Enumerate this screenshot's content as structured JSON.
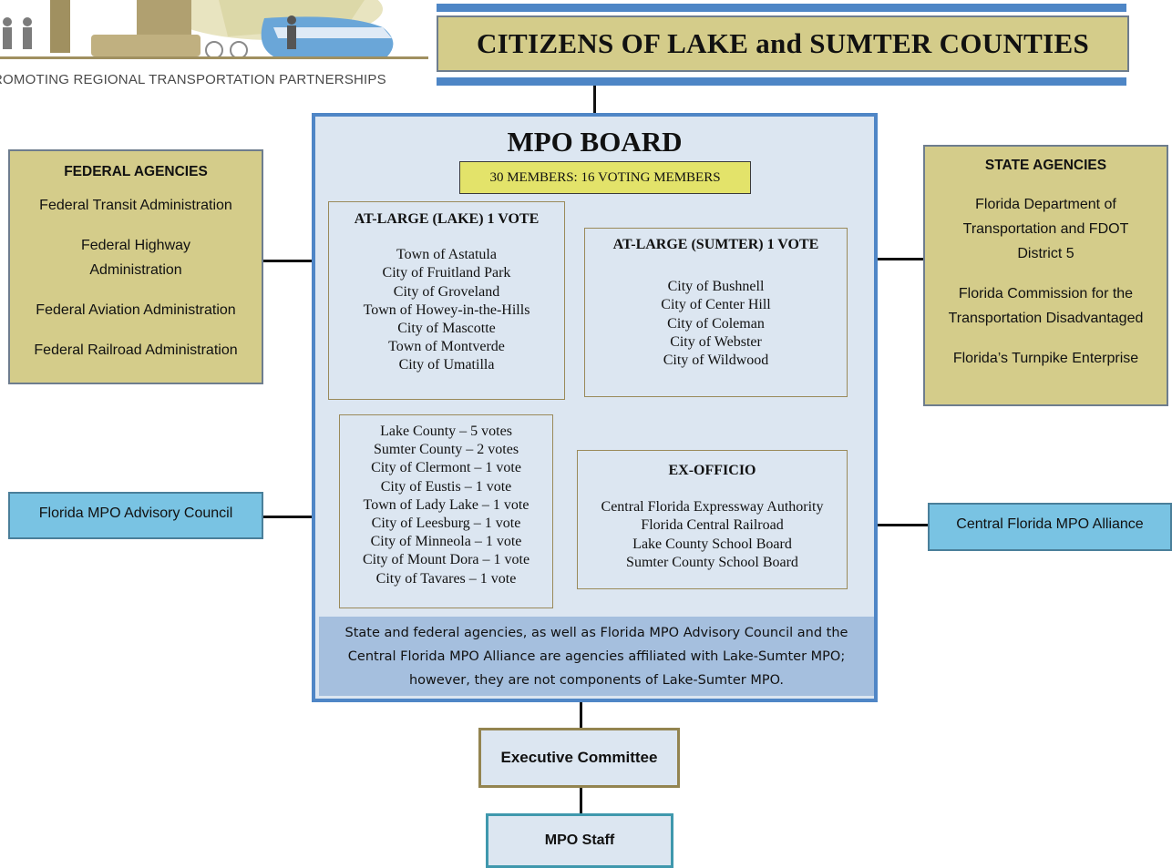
{
  "logo": {
    "tagline": "ROMOTING REGIONAL TRANSPORTATION PARTNERSHIPS"
  },
  "header": {
    "title": "CITIZENS OF LAKE and SUMTER COUNTIES"
  },
  "board": {
    "title": "MPO BOARD",
    "members": "30 MEMBERS: 16 VOTING MEMBERS",
    "at_large_lake": {
      "heading": "AT-LARGE (LAKE) 1 VOTE",
      "items": [
        "Town of Astatula",
        "City of Fruitland Park",
        "City of Groveland",
        "Town of Howey-in-the-Hills",
        "City of Mascotte",
        "Town of Montverde",
        "City of Umatilla"
      ]
    },
    "at_large_sumter": {
      "heading": "AT-LARGE (SUMTER) 1 VOTE",
      "items": [
        "City of Bushnell",
        "City of Center Hill",
        "City of Coleman",
        "City of Webster",
        "City of Wildwood"
      ]
    },
    "voting": {
      "items": [
        "Lake County – 5 votes",
        "Sumter County – 2 votes",
        "City of Clermont – 1 vote",
        "City of Eustis – 1 vote",
        "Town of Lady Lake – 1 vote",
        "City of Leesburg – 1 vote",
        "City of Minneola – 1 vote",
        "City of Mount Dora – 1 vote",
        "City of Tavares – 1 vote"
      ]
    },
    "ex_officio": {
      "heading": "EX-OFFICIO",
      "items": [
        "Central Florida Expressway Authority",
        "Florida Central Railroad",
        "Lake County School Board",
        "Sumter County School Board"
      ]
    },
    "note": [
      "State and federal agencies, as well as Florida MPO Advisory Council and the",
      "Central Florida MPO Alliance are agencies affiliated with Lake-Sumter MPO;",
      "however, they are not components of Lake-Sumter MPO."
    ]
  },
  "federal": {
    "heading": "FEDERAL AGENCIES",
    "items": [
      "Federal Transit Administration",
      "Federal Highway Administration",
      "Federal Aviation Administration",
      "Federal Railroad Administration"
    ]
  },
  "state": {
    "heading": "STATE AGENCIES",
    "items": [
      "Florida Department of Transportation and FDOT District 5",
      "Florida Commission for the Transportation Disadvantaged",
      "Florida’s Turnpike Enterprise"
    ]
  },
  "advisory": {
    "label": "Florida MPO Advisory Council"
  },
  "alliance": {
    "label": "Central Florida MPO Alliance"
  },
  "executive": {
    "label": "Executive Committee"
  },
  "staff": {
    "label": "MPO Staff"
  }
}
